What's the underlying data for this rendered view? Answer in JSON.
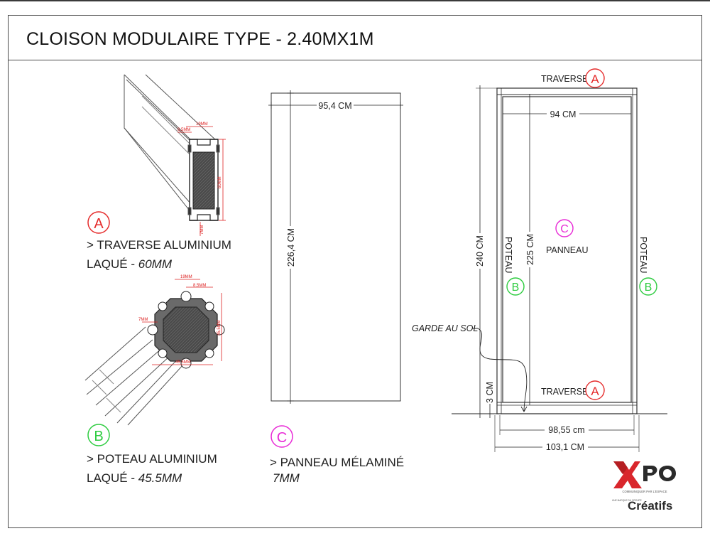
{
  "title": "CLOISON MODULAIRE TYPE - 2.40MX1M",
  "colors": {
    "accent_a": "#e52b2b",
    "accent_b": "#2ecc40",
    "accent_c": "#e82ad6",
    "line": "#222222",
    "dimension": "#d22222"
  },
  "parts": {
    "a": {
      "marker": "A",
      "line1": "> TRAVERSE ALUMINIUM",
      "line2_prefix": "LAQUÉ - ",
      "line2_value": "60MM"
    },
    "b": {
      "marker": "B",
      "line1": "> POTEAU ALUMINIUM",
      "line2_prefix": "LAQUÉ - ",
      "line2_value": "45.5MM"
    },
    "c": {
      "marker": "C",
      "line1": "> PANNEAU MÉLAMINÉ",
      "line2_value": "7MM"
    }
  },
  "traverse_profile": {
    "dim_top": "19MM",
    "dim_inner": "8.5MM",
    "dim_height": "60MM",
    "dim_bottom": "7MM"
  },
  "poteau_profile": {
    "dim_top": "19MM",
    "dim_inner": "8.5MM",
    "dim_left": "7MM",
    "dim_height": "45.5MM",
    "dim_width": "45.5MM"
  },
  "panel": {
    "width": "95,4 CM",
    "height": "226,4 CM"
  },
  "frame": {
    "traverse_top_label": "TRAVERSE",
    "traverse_top_marker": "A",
    "traverse_bottom_label": "TRAVERSE",
    "traverse_bottom_marker": "A",
    "poteau_left_label": "POTEAU",
    "poteau_left_marker": "B",
    "poteau_right_label": "POTEAU",
    "poteau_right_marker": "B",
    "panneau_label": "PANNEAU",
    "panneau_marker": "C",
    "garde_label": "GARDE AU SOL",
    "dim_inner_width": "94 CM",
    "dim_total_height": "240 CM",
    "dim_inner_height": "225 CM",
    "dim_floor_gap": "3 CM",
    "dim_outer_width": "98,55 cm",
    "dim_total_width": "103,1 CM"
  },
  "logo": {
    "brand": "XPO",
    "tagline": "COMMUNIQUER PAR L'ESPACE",
    "small": "UNE MARQUE DU GROUPE",
    "group": "Créatifs"
  }
}
